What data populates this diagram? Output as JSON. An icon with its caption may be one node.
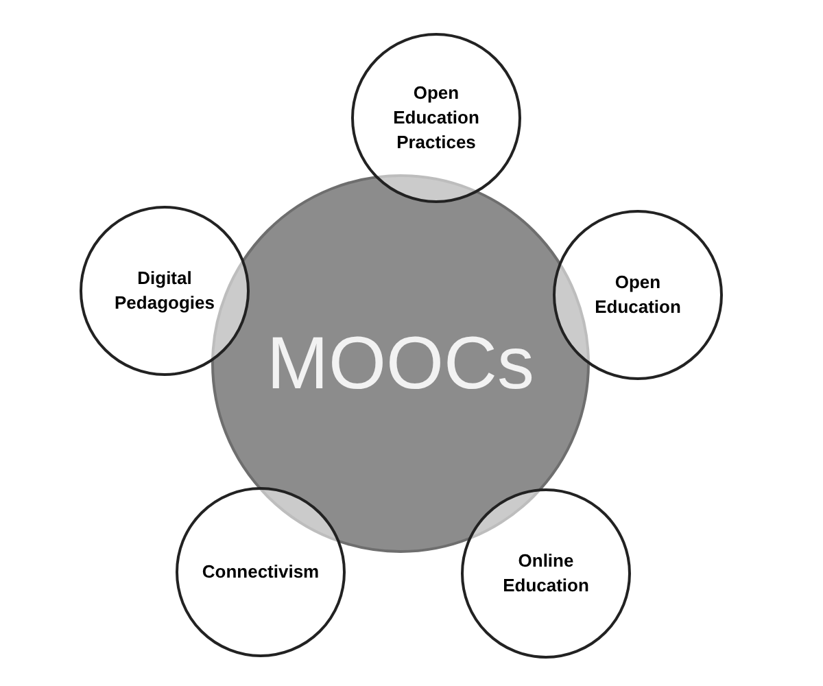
{
  "diagram": {
    "nodes": [
      {
        "text": [
          "MOOCs"
        ]
      },
      {
        "text": [
          "Open Education Practices"
        ]
      },
      {
        "text": [
          "Open Education"
        ]
      },
      {
        "text": [
          "Online Education"
        ]
      },
      {
        "text": [
          "Connectivism"
        ]
      },
      {
        "text": [
          "Digital Pedagogies"
        ]
      }
    ]
  }
}
